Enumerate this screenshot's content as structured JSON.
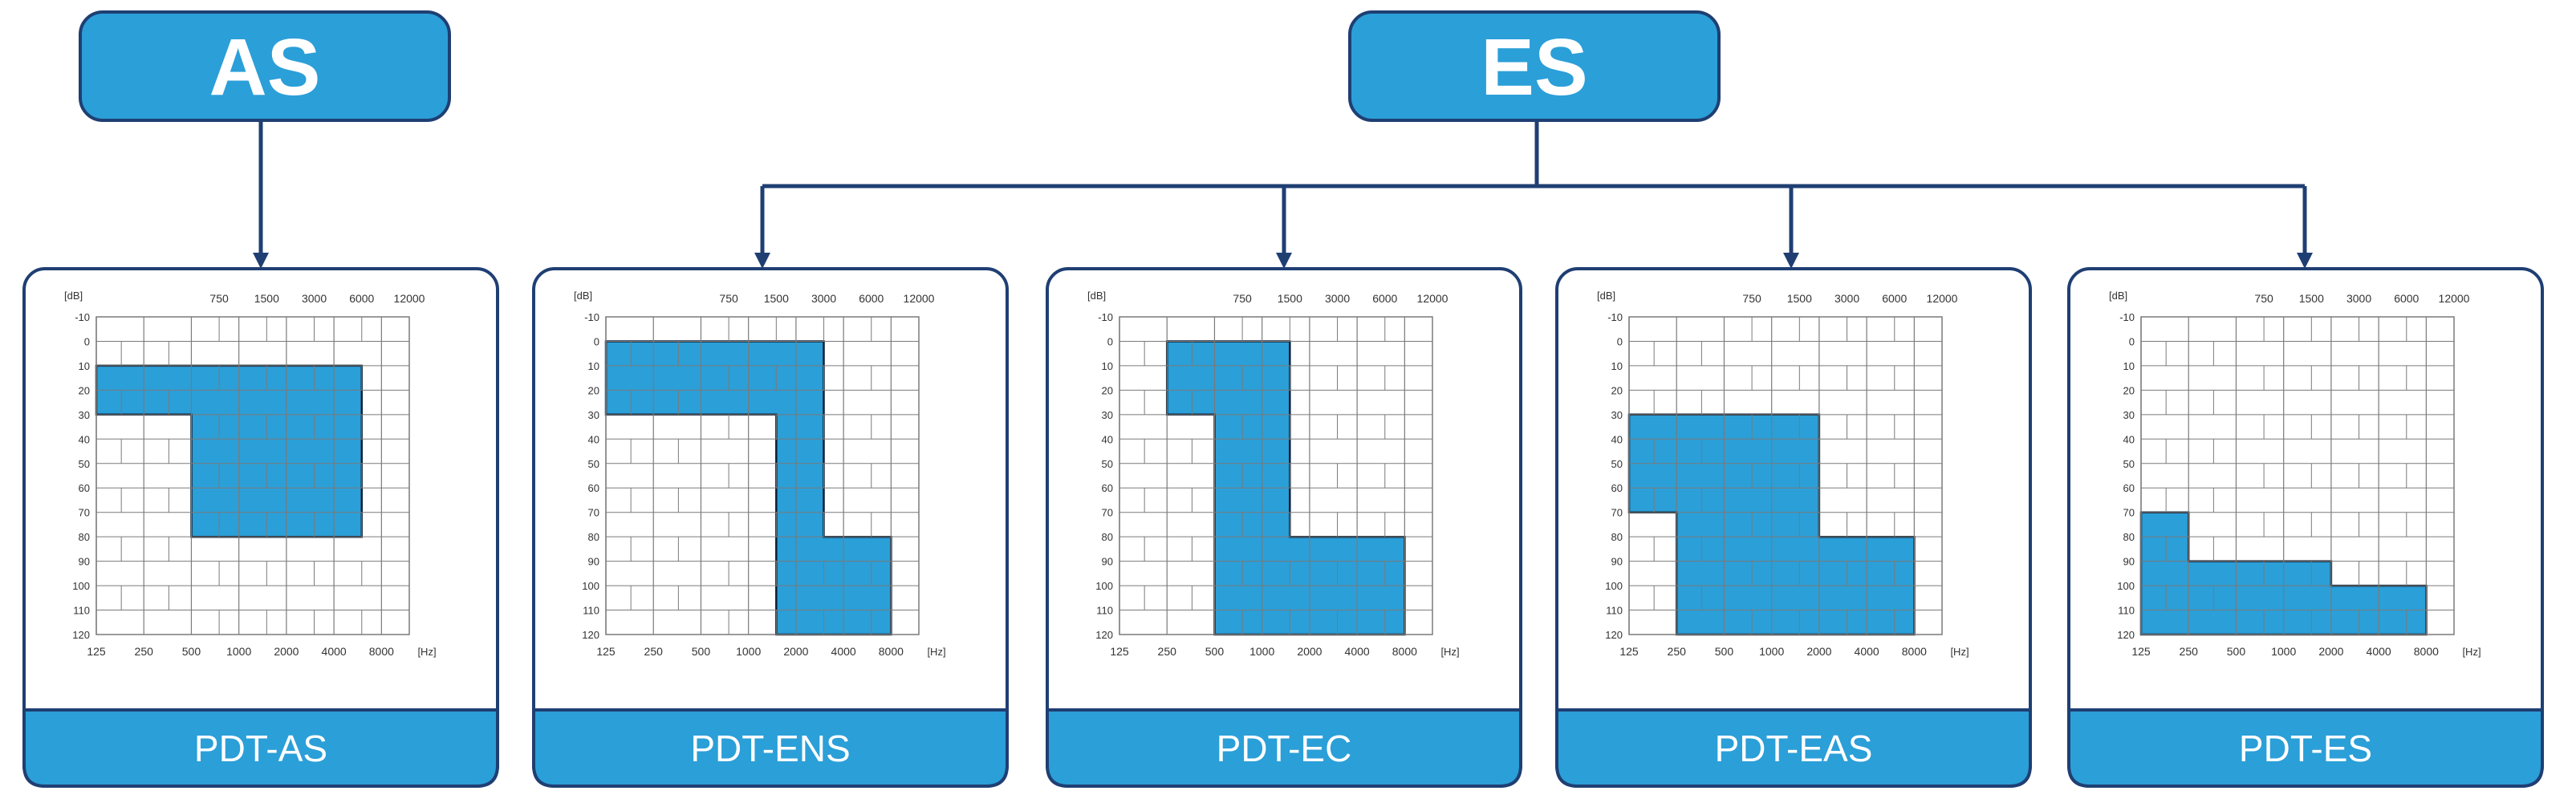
{
  "colors": {
    "fill": "#2b9fd8",
    "outline": "#1f3f73",
    "panel_bg": "#ffffff",
    "grid": "#7a7a7a",
    "axis_text": "#333333"
  },
  "groups": [
    {
      "label": "AS"
    },
    {
      "label": "ES"
    }
  ],
  "axis_text": {
    "db_unit": "[dB]",
    "hz_unit": "[Hz]",
    "db_ticks": [
      "-10",
      "0",
      "10",
      "20",
      "30",
      "40",
      "50",
      "60",
      "70",
      "80",
      "90",
      "100",
      "110",
      "120"
    ],
    "freq_bottom": [
      "125",
      "250",
      "500",
      "1000",
      "2000",
      "4000",
      "8000"
    ],
    "freq_top": [
      "750",
      "1500",
      "3000",
      "6000",
      "12000"
    ]
  },
  "panels": [
    {
      "name": "PDT-AS",
      "group": "AS",
      "region": [
        [
          125,
          10
        ],
        [
          6000,
          10
        ],
        [
          6000,
          80
        ],
        [
          500,
          80
        ],
        [
          500,
          30
        ],
        [
          125,
          30
        ]
      ]
    },
    {
      "name": "PDT-ENS",
      "group": "ES",
      "region": [
        [
          125,
          0
        ],
        [
          3000,
          0
        ],
        [
          3000,
          80
        ],
        [
          8000,
          80
        ],
        [
          8000,
          120
        ],
        [
          1500,
          120
        ],
        [
          1500,
          30
        ],
        [
          125,
          30
        ]
      ]
    },
    {
      "name": "PDT-EC",
      "group": "ES",
      "region": [
        [
          250,
          0
        ],
        [
          1500,
          0
        ],
        [
          1500,
          80
        ],
        [
          8000,
          80
        ],
        [
          8000,
          120
        ],
        [
          500,
          120
        ],
        [
          500,
          30
        ],
        [
          250,
          30
        ]
      ]
    },
    {
      "name": "PDT-EAS",
      "group": "ES",
      "region": [
        [
          125,
          30
        ],
        [
          2000,
          30
        ],
        [
          2000,
          80
        ],
        [
          8000,
          80
        ],
        [
          8000,
          120
        ],
        [
          250,
          120
        ],
        [
          250,
          70
        ],
        [
          125,
          70
        ]
      ]
    },
    {
      "name": "PDT-ES",
      "group": "ES",
      "region": [
        [
          125,
          70
        ],
        [
          250,
          70
        ],
        [
          250,
          90
        ],
        [
          2000,
          90
        ],
        [
          2000,
          100
        ],
        [
          8000,
          100
        ],
        [
          8000,
          120
        ],
        [
          125,
          120
        ]
      ]
    }
  ]
}
